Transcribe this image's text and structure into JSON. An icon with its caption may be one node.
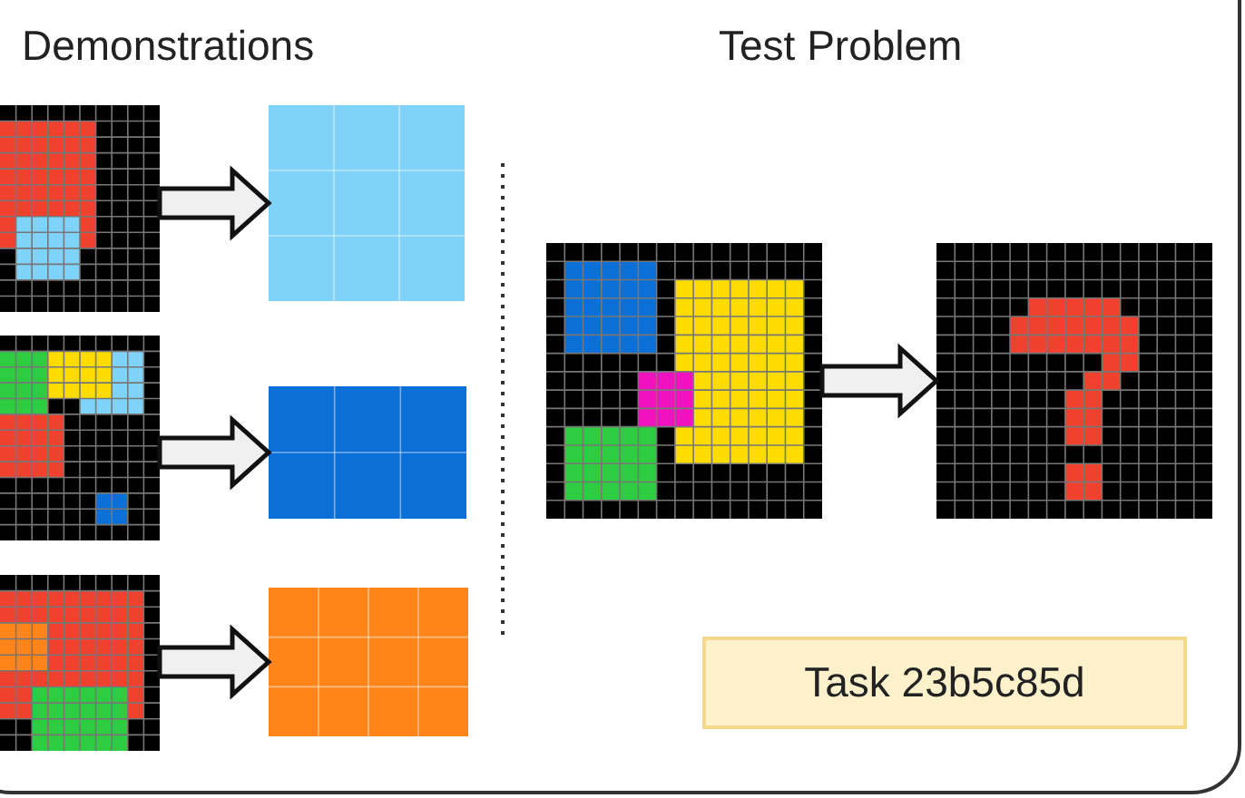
{
  "diagram": {
    "nodes": [
      {
        "text": [],
        "shape": "picture"
      },
      {
        "text": [],
        "shape": "picture"
      },
      {
        "text": [],
        "shape": "picture"
      },
      {
        "text": [],
        "shape": "picture"
      },
      {
        "text": [],
        "shape": "picture"
      },
      {
        "text": [],
        "shape": "picture"
      },
      {
        "text": [],
        "shape": "picture"
      },
      {
        "text": [],
        "shape": "picture"
      },
      {
        "text": [
          "Task 23b5c85d"
        ]
      }
    ],
    "edges": [
      {
        "from": 0,
        "to": 1,
        "arrow": "to"
      },
      {
        "from": 2,
        "to": 3,
        "arrow": "to"
      },
      {
        "from": 4,
        "to": 5,
        "arrow": "to"
      },
      {
        "from": 6,
        "to": 7,
        "arrow": "to"
      }
    ],
    "labels": [
      "Demonstrations",
      "Test Problem"
    ]
  }
}
